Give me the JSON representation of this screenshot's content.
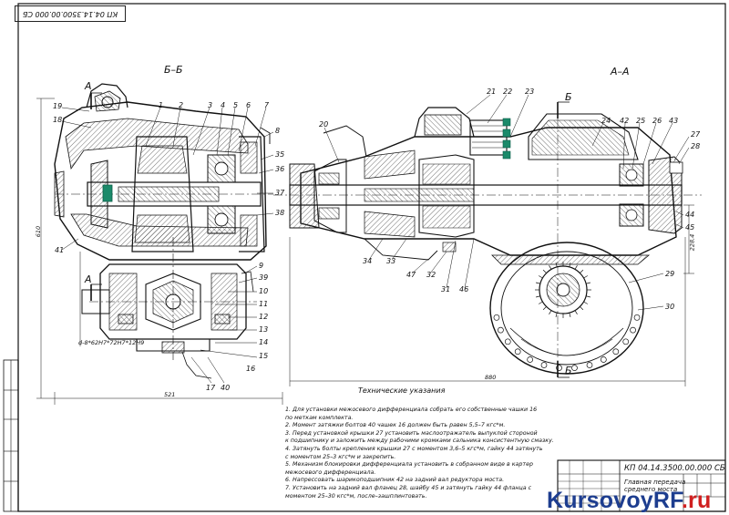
{
  "stamp_top": "КП 04.14.3500.00.000 СБ",
  "section_bb": "Б–Б",
  "section_aa": "А–А",
  "section_markers": {
    "a_top": "А",
    "a_mid": "А",
    "b_top": "Б",
    "b_bottom": "Б"
  },
  "callouts_left": [
    {
      "n": "19"
    },
    {
      "n": "18"
    },
    {
      "n": "1"
    },
    {
      "n": "2"
    },
    {
      "n": "3"
    },
    {
      "n": "4"
    },
    {
      "n": "5"
    },
    {
      "n": "6"
    },
    {
      "n": "7"
    },
    {
      "n": "8"
    },
    {
      "n": "35"
    },
    {
      "n": "36"
    },
    {
      "n": "37"
    },
    {
      "n": "38"
    },
    {
      "n": "41"
    },
    {
      "n": "9"
    },
    {
      "n": "39"
    },
    {
      "n": "10"
    },
    {
      "n": "11"
    },
    {
      "n": "12"
    },
    {
      "n": "13"
    },
    {
      "n": "14"
    },
    {
      "n": "15"
    },
    {
      "n": "16"
    },
    {
      "n": "17"
    },
    {
      "n": "40"
    }
  ],
  "callouts_right": [
    {
      "n": "21"
    },
    {
      "n": "22"
    },
    {
      "n": "23"
    },
    {
      "n": "20"
    },
    {
      "n": "24"
    },
    {
      "n": "42"
    },
    {
      "n": "25"
    },
    {
      "n": "26"
    },
    {
      "n": "43"
    },
    {
      "n": "27"
    },
    {
      "n": "28"
    },
    {
      "n": "44"
    },
    {
      "n": "45"
    },
    {
      "n": "29"
    },
    {
      "n": "30"
    },
    {
      "n": "34"
    },
    {
      "n": "33"
    },
    {
      "n": "47"
    },
    {
      "n": "32"
    },
    {
      "n": "31"
    },
    {
      "n": "46"
    }
  ],
  "dims": {
    "d610": "610",
    "d521": "521",
    "d880": "880",
    "d228": "228,4",
    "d_spline": "d-8*62H7*72H7*12H9"
  },
  "notes_title": "Технические указания",
  "notes": [
    "1. Для установки межосевого дифференциала собрать его собственные чашки 16",
    "   по меткам комплекта.",
    "2. Момент затяжки болтов 40 чашек 16 должен быть равен 5,5–7 кгс*м.",
    "3. Перед установкой крышки 27 установить маслоотражатель выпуклой стороной",
    "   к подшипнику и заложить между рабочими кромками сальника консистентную смазку.",
    "4. Затянуть болты крепления крышки 27 с моментом 3,6–5 кгс*м, гайку 44 затянуть",
    "   с моментом 25–3 кгс*м и закрепить.",
    "5. Механизм блокировки дифференциала установить в собранном виде в картер",
    "   межосевого дифференциала.",
    "6. Напрессовать шарикоподшипник 42 на задний вал редуктора моста.",
    "7. Установить на задний вал фланец 28, шайбу 45 и затянуть гайку 44 фланца с",
    "   моментом 25–30 кгс*м, после–зашплинтовать."
  ],
  "title_block": {
    "code": "КП 04.14.3500.00.000 СБ",
    "name": "Главная передача",
    "sub": "среднего моста"
  },
  "brand": {
    "main": "KursovoyRF",
    "suffix": ".ru"
  },
  "colors": {
    "ink": "#111111",
    "hatch": "#333333",
    "brand_blue": "#1d3d8f",
    "brand_red": "#d02020"
  }
}
